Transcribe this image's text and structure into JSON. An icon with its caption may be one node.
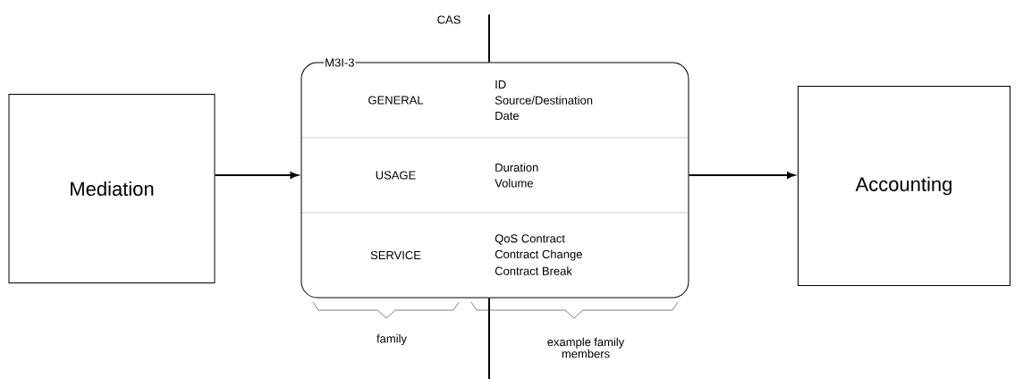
{
  "diagram": {
    "nodes": [
      {
        "text": [
          "Mediation"
        ]
      },
      {
        "text": [
          "M3I-3"
        ]
      },
      {
        "text": [
          "Accounting"
        ]
      },
      {
        "text": [
          "CAS"
        ]
      },
      {
        "text": [
          "GENERAL",
          "ID",
          "Source/Destination",
          "Date"
        ],
        "in": 1
      },
      {
        "text": [
          "USAGE",
          "Duration",
          "Volume"
        ],
        "in": 1
      },
      {
        "text": [
          "SERVICE",
          "QoS Contract",
          "Contract Change",
          "Contract Break"
        ],
        "in": 1
      }
    ],
    "edges": [
      {
        "from": 0,
        "to": 1,
        "arrow": "to"
      },
      {
        "from": 1,
        "to": 2,
        "arrow": "to"
      },
      {
        "from": 3,
        "to": 1,
        "arrow": "none"
      },
      {
        "from": 1,
        "to": null,
        "arrow": "none"
      }
    ],
    "labels": [
      "family",
      "example family members"
    ]
  }
}
